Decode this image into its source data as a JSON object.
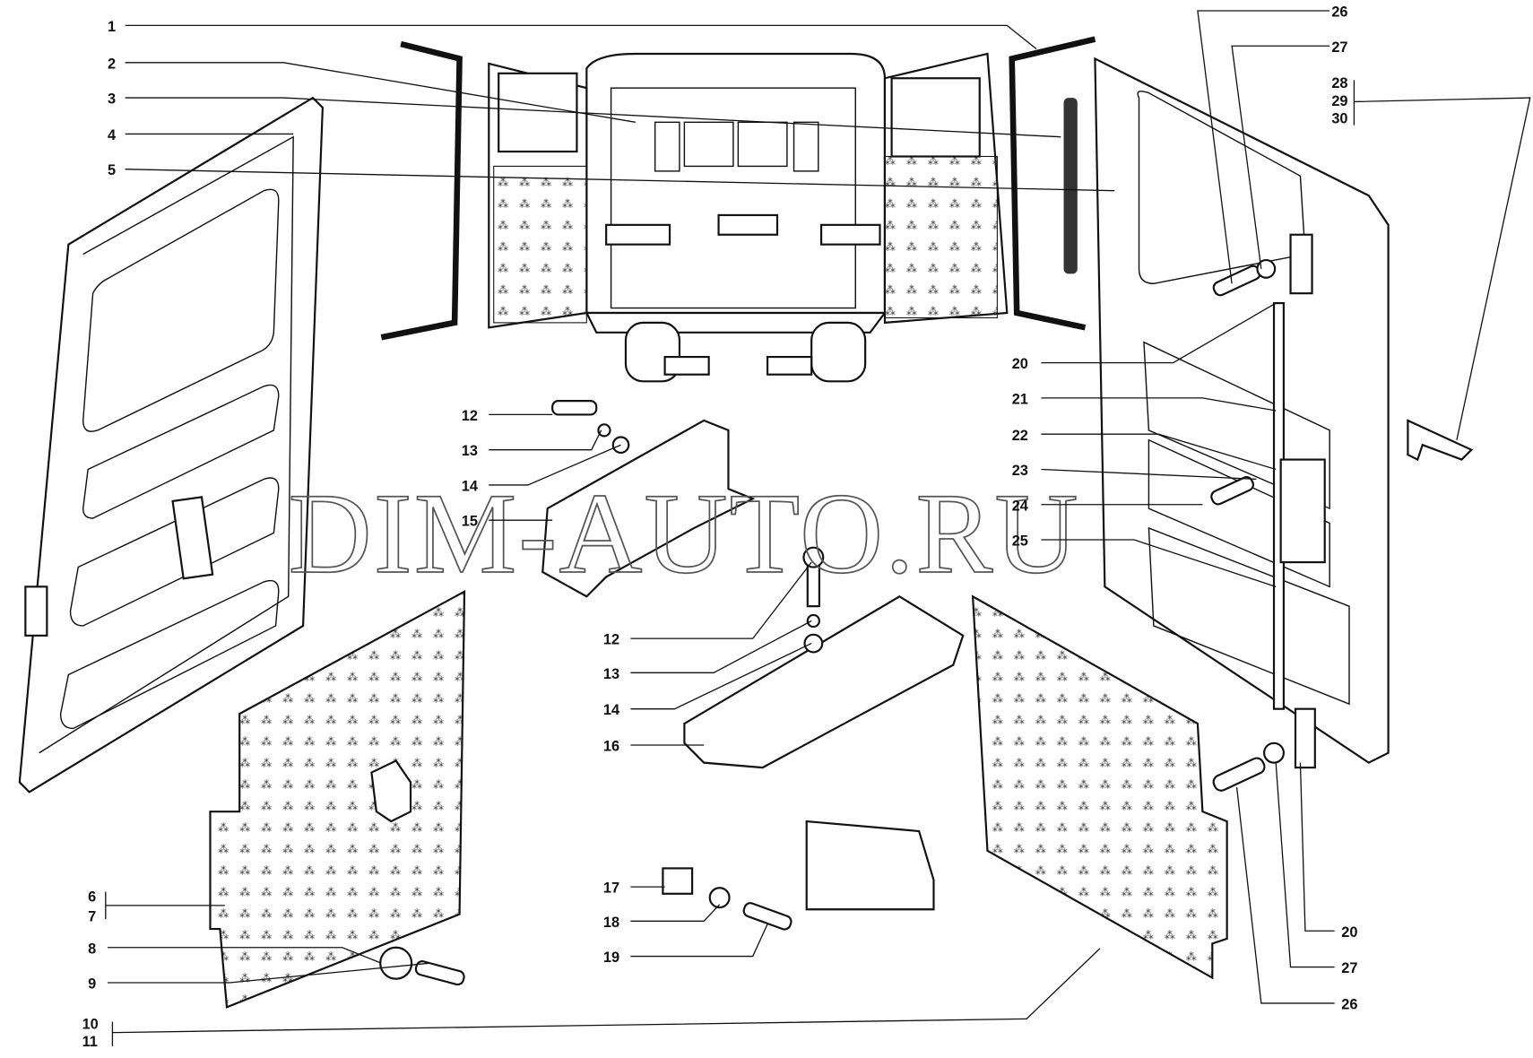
{
  "diagram": {
    "watermark": "DIM-AUTO.RU",
    "callouts": {
      "c1": "1",
      "c2": "2",
      "c3": "3",
      "c4": "4",
      "c5": "5",
      "c6": "6",
      "c7": "7",
      "c8": "8",
      "c9": "9",
      "c10": "10",
      "c11": "11",
      "c12a": "12",
      "c13a": "13",
      "c14a": "14",
      "c15": "15",
      "c12b": "12",
      "c13b": "13",
      "c14b": "14",
      "c16": "16",
      "c17": "17",
      "c18": "18",
      "c19": "19",
      "c20a": "20",
      "c21": "21",
      "c22": "22",
      "c23": "23",
      "c24": "24",
      "c25": "25",
      "c26a": "26",
      "c27a": "27",
      "c28": "28",
      "c29": "29",
      "c30": "30",
      "c20b": "20",
      "c27b": "27",
      "c26b": "26"
    }
  }
}
